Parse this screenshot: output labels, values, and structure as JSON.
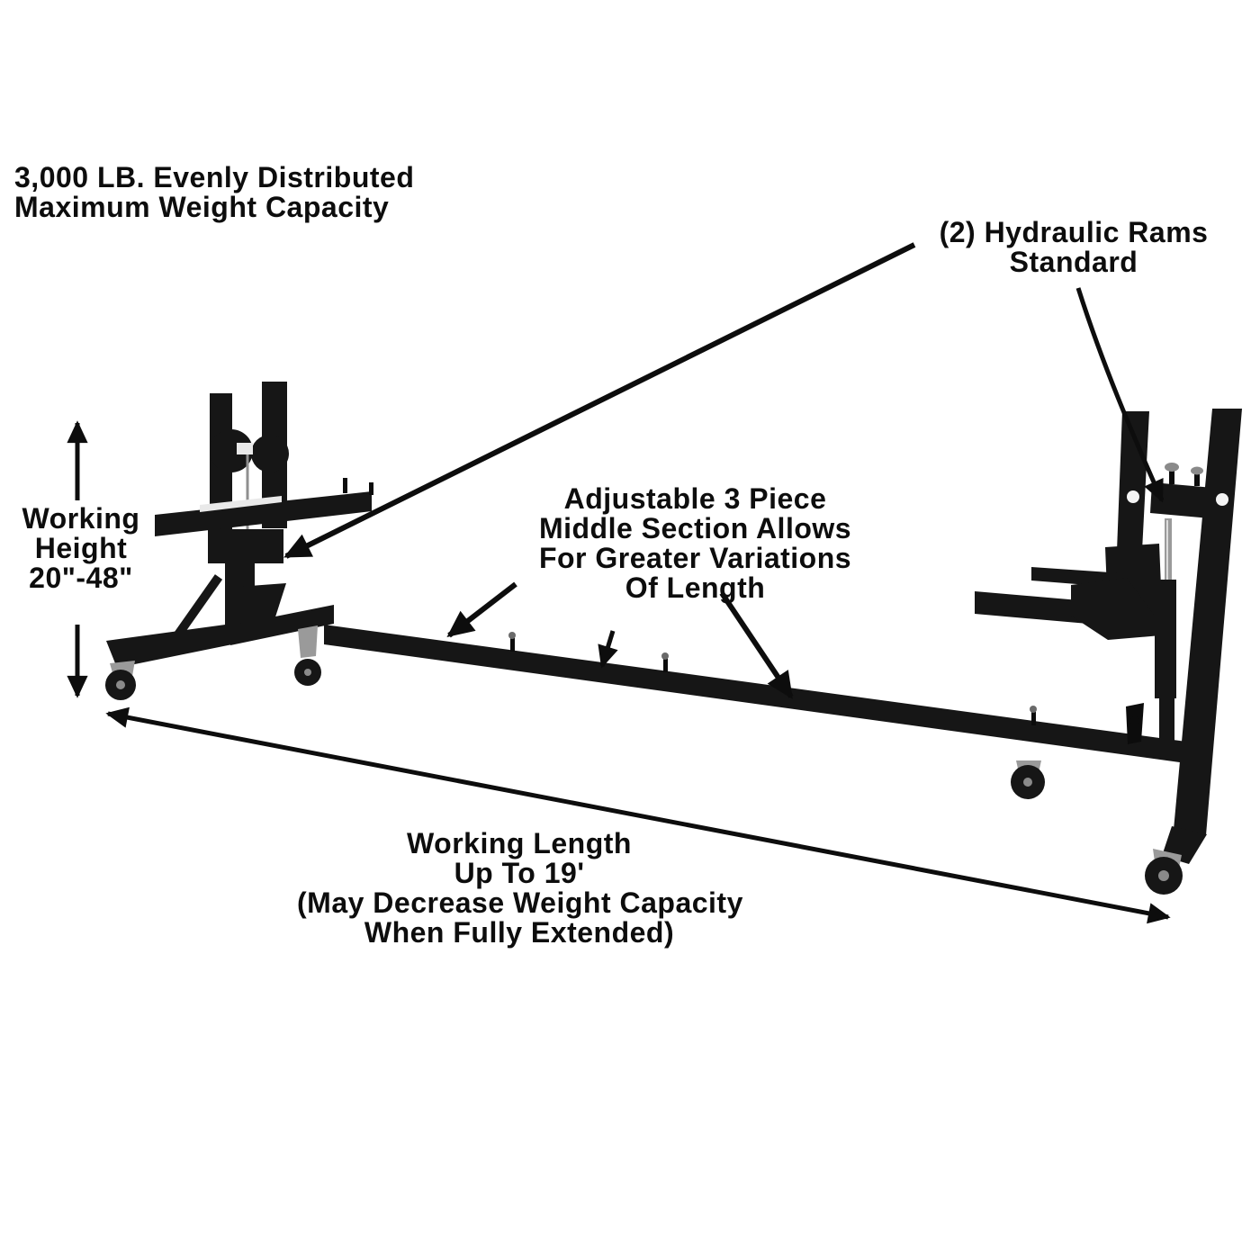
{
  "annotations": {
    "max_capacity": {
      "lines": [
        "3,000 LB. Evenly Distributed",
        "Maximum Weight Capacity"
      ]
    },
    "hydraulic_rams": {
      "lines": [
        "(2) Hydraulic Rams",
        "Standard"
      ]
    },
    "working_height": {
      "lines": [
        "Working",
        "Height",
        "20\"-48\""
      ]
    },
    "middle_section": {
      "lines": [
        "Adjustable 3 Piece",
        "Middle Section Allows",
        "For Greater Variations",
        "Of Length"
      ]
    },
    "working_length": {
      "lines": [
        "Working Length",
        "Up To 19'",
        "(May Decrease Weight Capacity",
        "When Fully Extended)"
      ]
    }
  },
  "colors": {
    "ink": "#0d0d0d",
    "machine": "#161616",
    "metal": "#9a9a9a",
    "background": "#ffffff"
  }
}
